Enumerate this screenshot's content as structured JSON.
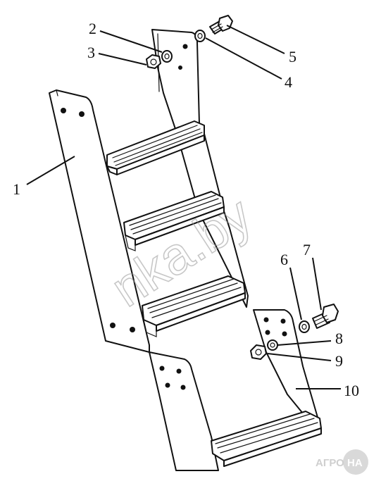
{
  "diagram": {
    "callouts": [
      {
        "id": "c1",
        "label": "1"
      },
      {
        "id": "c2",
        "label": "2"
      },
      {
        "id": "c3",
        "label": "3"
      },
      {
        "id": "c4",
        "label": "4"
      },
      {
        "id": "c5",
        "label": "5"
      },
      {
        "id": "c6",
        "label": "6"
      },
      {
        "id": "c7",
        "label": "7"
      },
      {
        "id": "c8",
        "label": "8"
      },
      {
        "id": "c9",
        "label": "9"
      },
      {
        "id": "c10",
        "label": "10"
      }
    ],
    "watermark": "nka.by",
    "brand_logo": {
      "left": "АГРО",
      "right": "НА"
    }
  }
}
